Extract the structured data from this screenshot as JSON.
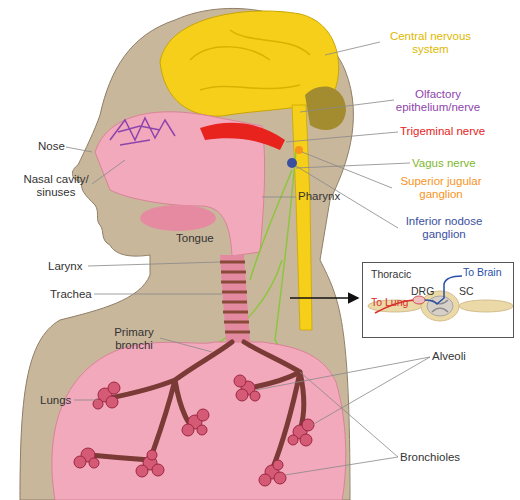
{
  "diagram": {
    "nodes": [
      {
        "text": [
          "Thoracic",
          "To Brain",
          "To Lung",
          "DRG",
          "SC"
        ]
      }
    ],
    "labels": [
      "Central nervous system",
      "Olfactory epithelium/nerve",
      "Nose",
      "Nasal cavity/ sinuses",
      "Trigeminal nerve",
      "Vagus nerve",
      "Superior jugular ganglion",
      "Pharynx",
      "Inferior nodose ganglion",
      "Tongue",
      "Larynx",
      "Trachea",
      "Primary bronchi",
      "Alveoli",
      "Lungs",
      "Bronchioles"
    ]
  }
}
